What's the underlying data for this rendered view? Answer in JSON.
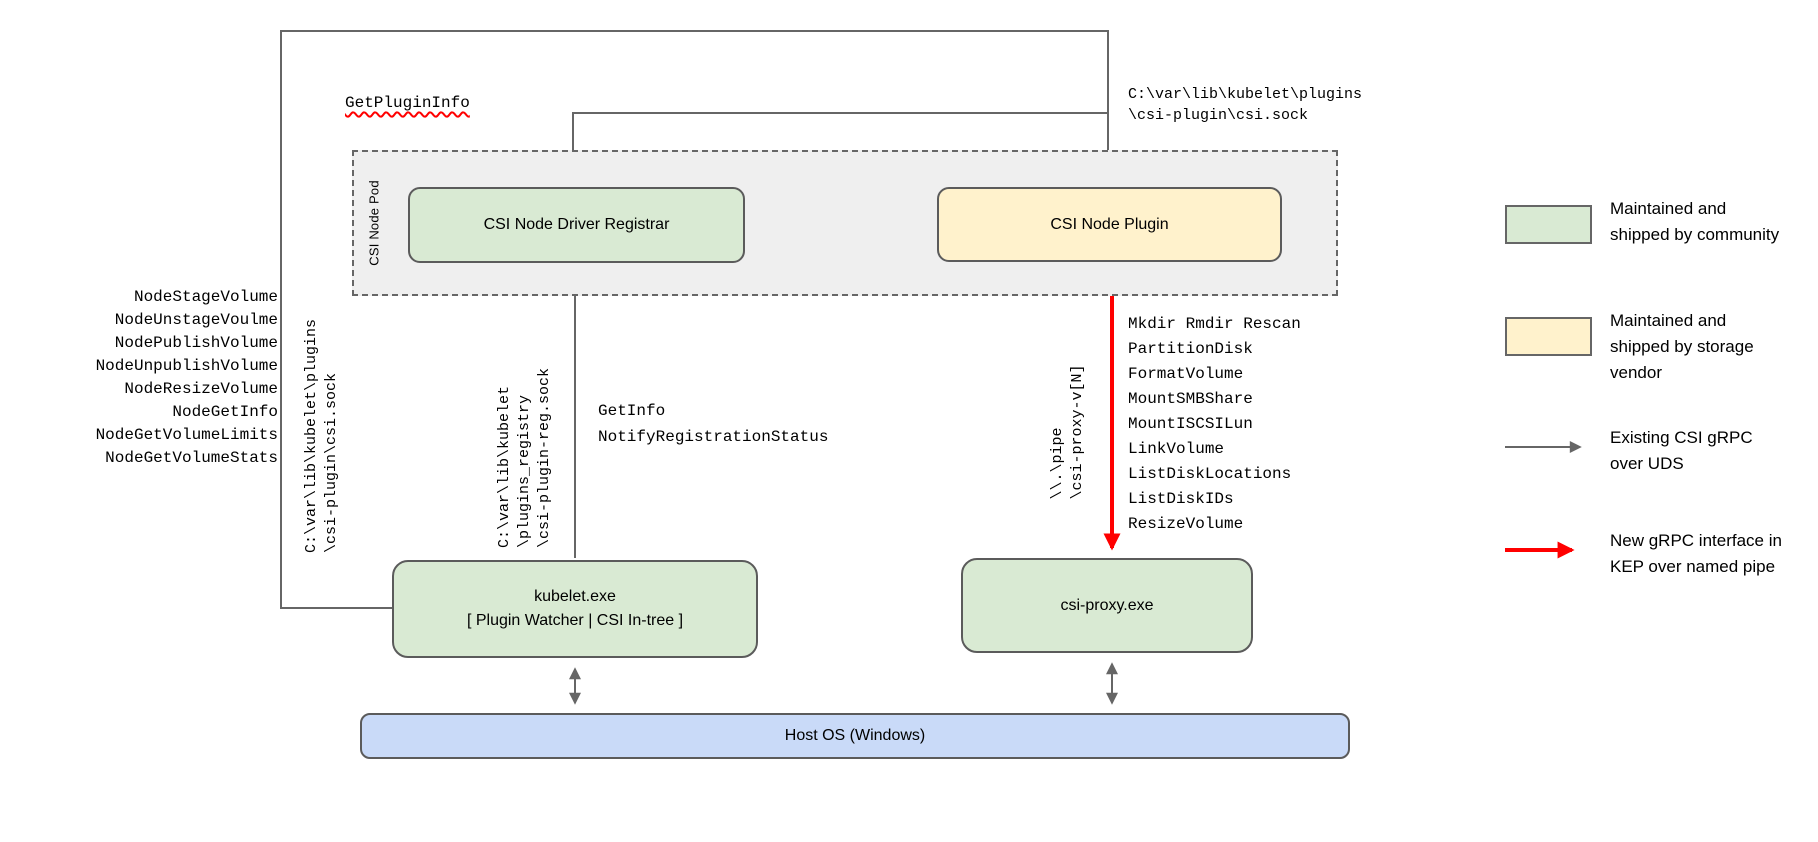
{
  "colors": {
    "community-green": "#d9ead3",
    "vendor-yellow": "#fff2cc",
    "host-blue": "#c9daf8",
    "pod-gray": "#efefef",
    "line-gray": "#666666",
    "border-dark": "#5b5b5b",
    "arrow-red": "#ff0000"
  },
  "diagram": {
    "pod_label": "CSI Node Pod",
    "boxes": {
      "registrar": {
        "label": "CSI Node Driver Registrar"
      },
      "plugin": {
        "label": "CSI Node Plugin"
      },
      "kubelet": {
        "line1": "kubelet.exe",
        "line2": "[ Plugin Watcher | CSI In-tree ]"
      },
      "csi_proxy": {
        "label": "csi-proxy.exe"
      },
      "host_os": {
        "label": "Host OS (Windows)"
      }
    },
    "labels": {
      "get_plugin_info": "GetPluginInfo",
      "top_right_sock": [
        "C:\\var\\lib\\kubelet\\plugins",
        "\\csi-plugin\\csi.sock"
      ],
      "left_sock_vertical": [
        "C:\\var\\lib\\kubelet\\plugins",
        "\\csi-plugin\\csi.sock"
      ],
      "registrar_sock_vertical": [
        "C:\\var\\lib\\kubelet",
        "\\plugins_registry",
        "\\csi-plugin-reg.sock"
      ],
      "registration_calls": [
        "GetInfo",
        "NotifyRegistrationStatus"
      ],
      "named_pipe_vertical": [
        "\\\\.\\pipe",
        "\\csi-proxy-v[N]"
      ]
    },
    "node_rpcs": [
      "NodeStageVolume",
      "NodeUnstageVoulme",
      "NodePublishVolume",
      "NodeUnpublishVolume",
      "NodeResizeVolume",
      "NodeGetInfo",
      "NodeGetVolumeLimits",
      "NodeGetVolumeStats"
    ],
    "proxy_rpcs": [
      "Mkdir Rmdir Rescan",
      "PartitionDisk",
      "FormatVolume",
      "MountSMBShare",
      "MountISCSILun",
      "LinkVolume",
      "ListDiskLocations",
      "ListDiskIDs",
      "ResizeVolume"
    ]
  },
  "legend": {
    "items": [
      {
        "key": "community",
        "label": "Maintained and shipped by community"
      },
      {
        "key": "vendor",
        "label": "Maintained and shipped by storage vendor"
      },
      {
        "key": "uds",
        "label": "Existing CSI gRPC over UDS"
      },
      {
        "key": "kep",
        "label": "New gRPC interface in KEP over named pipe"
      }
    ]
  }
}
